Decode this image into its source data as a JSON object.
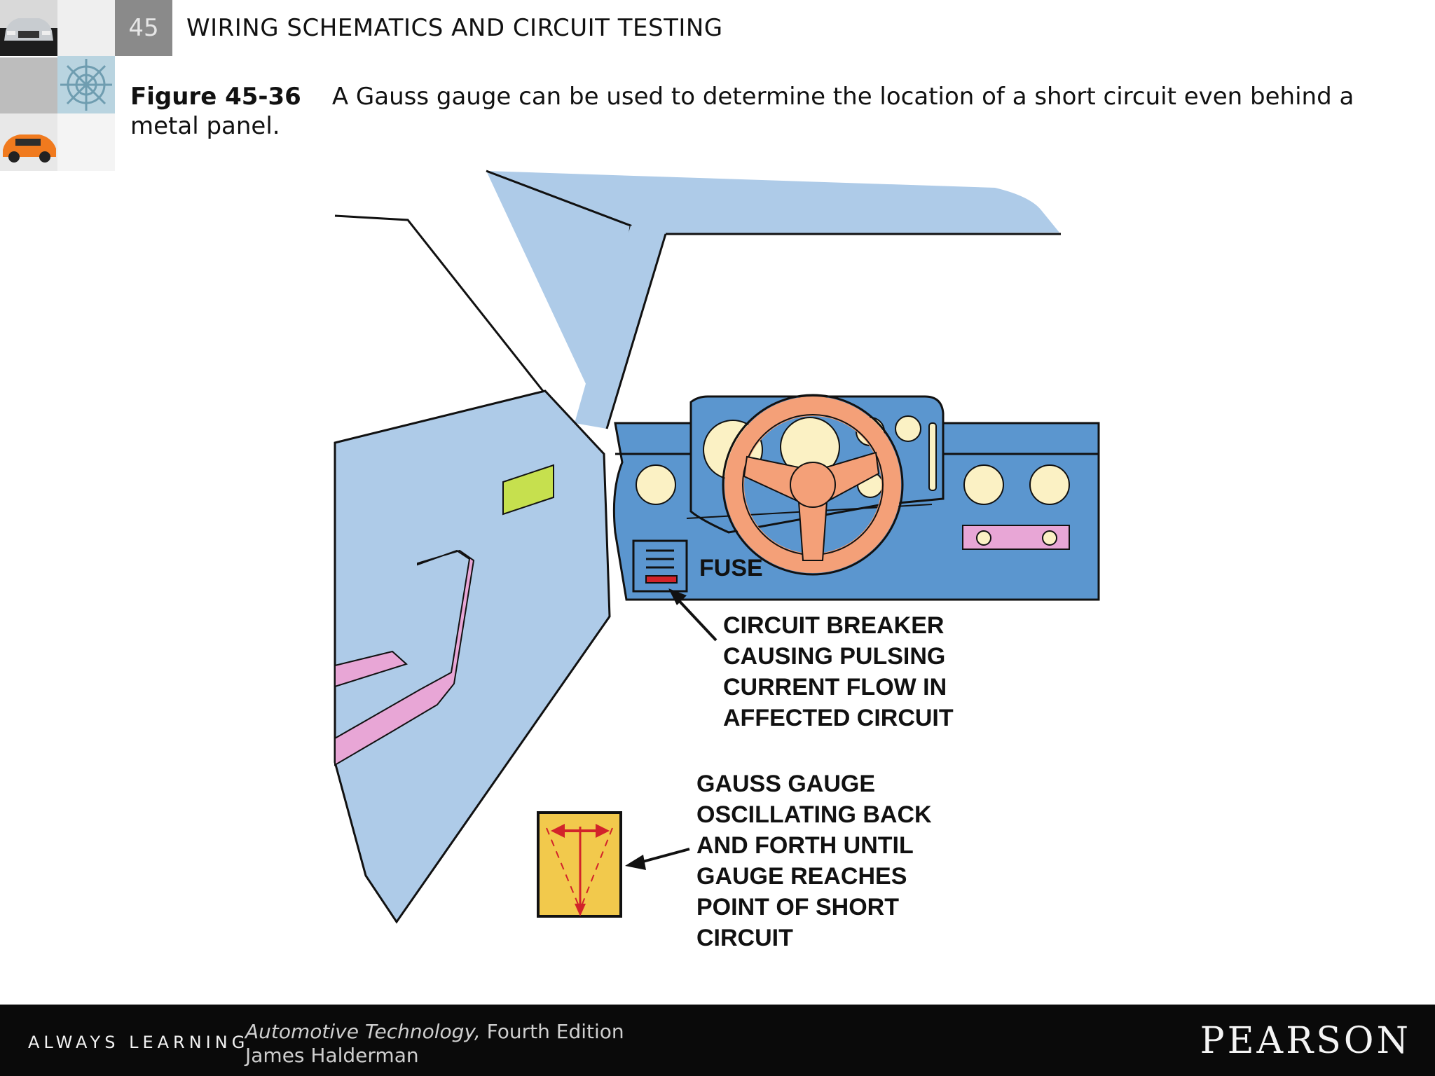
{
  "header": {
    "chapter_number": "45",
    "chapter_title": "WIRING SCHEMATICS AND CIRCUIT TESTING",
    "thumbnails": [
      "car-front-thumbnail",
      "engine-parts-thumbnail",
      "orange-car-thumbnail"
    ]
  },
  "caption": {
    "figure_label": "Figure 45-36",
    "text": "A Gauss gauge can be used to determine the location of a short circuit even behind a metal panel."
  },
  "diagram": {
    "fuse_label": "FUSE",
    "breaker_label": [
      "CIRCUIT BREAKER",
      "CAUSING PULSING",
      "CURRENT FLOW IN",
      "AFFECTED CIRCUIT"
    ],
    "gauge_label": [
      "GAUSS GAUGE",
      "OSCILLATING BACK",
      "AND FORTH UNTIL",
      "GAUGE REACHES",
      "POINT OF SHORT",
      "CIRCUIT"
    ],
    "colors": {
      "body_blue": "#aecbe8",
      "dash_blue": "#5b96cf",
      "wheel_orange": "#f4a078",
      "gauge_cream": "#fbf1c4",
      "handle_pink": "#e8a6d6",
      "switch_green": "#c6e04e",
      "gauss_yellow": "#f2c94c",
      "arrow_red": "#d2232a"
    }
  },
  "footer": {
    "tagline": "ALWAYS LEARNING",
    "book_title": "Automotive Technology,",
    "edition": " Fourth Edition",
    "author": "James Halderman",
    "publisher": "PEARSON"
  }
}
